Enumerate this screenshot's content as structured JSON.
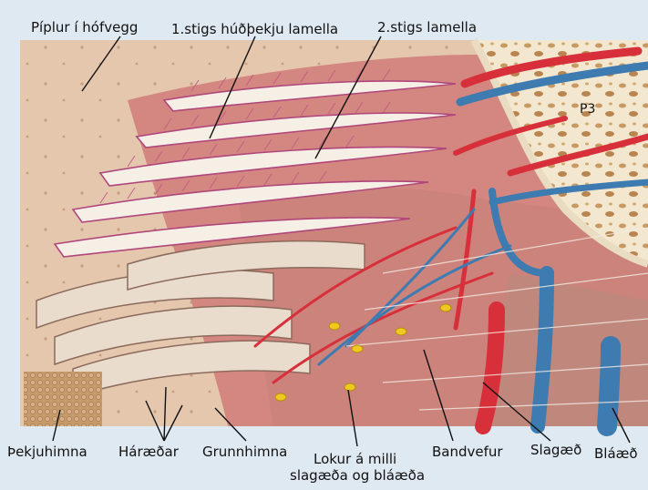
{
  "labels": {
    "piplur": "Píplur í hófvegg",
    "stig1": "1.stigs húðþekju lamella",
    "stig2": "2.stigs lamella",
    "p3": "P3",
    "thekjuhimna": "Þekjuhimna",
    "haraedar": "Háræðar",
    "grunnhimna": "Grunnhimna",
    "lokur1": "Lokur á milli",
    "lokur2": "slagæða og bláæða",
    "bandvefur": "Bandvefur",
    "slagaed": "Slagæð",
    "blaaed": "Bláæð"
  },
  "colors": {
    "background": "#dfe9f2",
    "hoof_wall": "#e2c2a6",
    "dermis": "#d98a84",
    "bone": "#f1e6cf",
    "artery": "#d8303a",
    "vein": "#3d7bb0",
    "valve": "#f0c81f"
  }
}
